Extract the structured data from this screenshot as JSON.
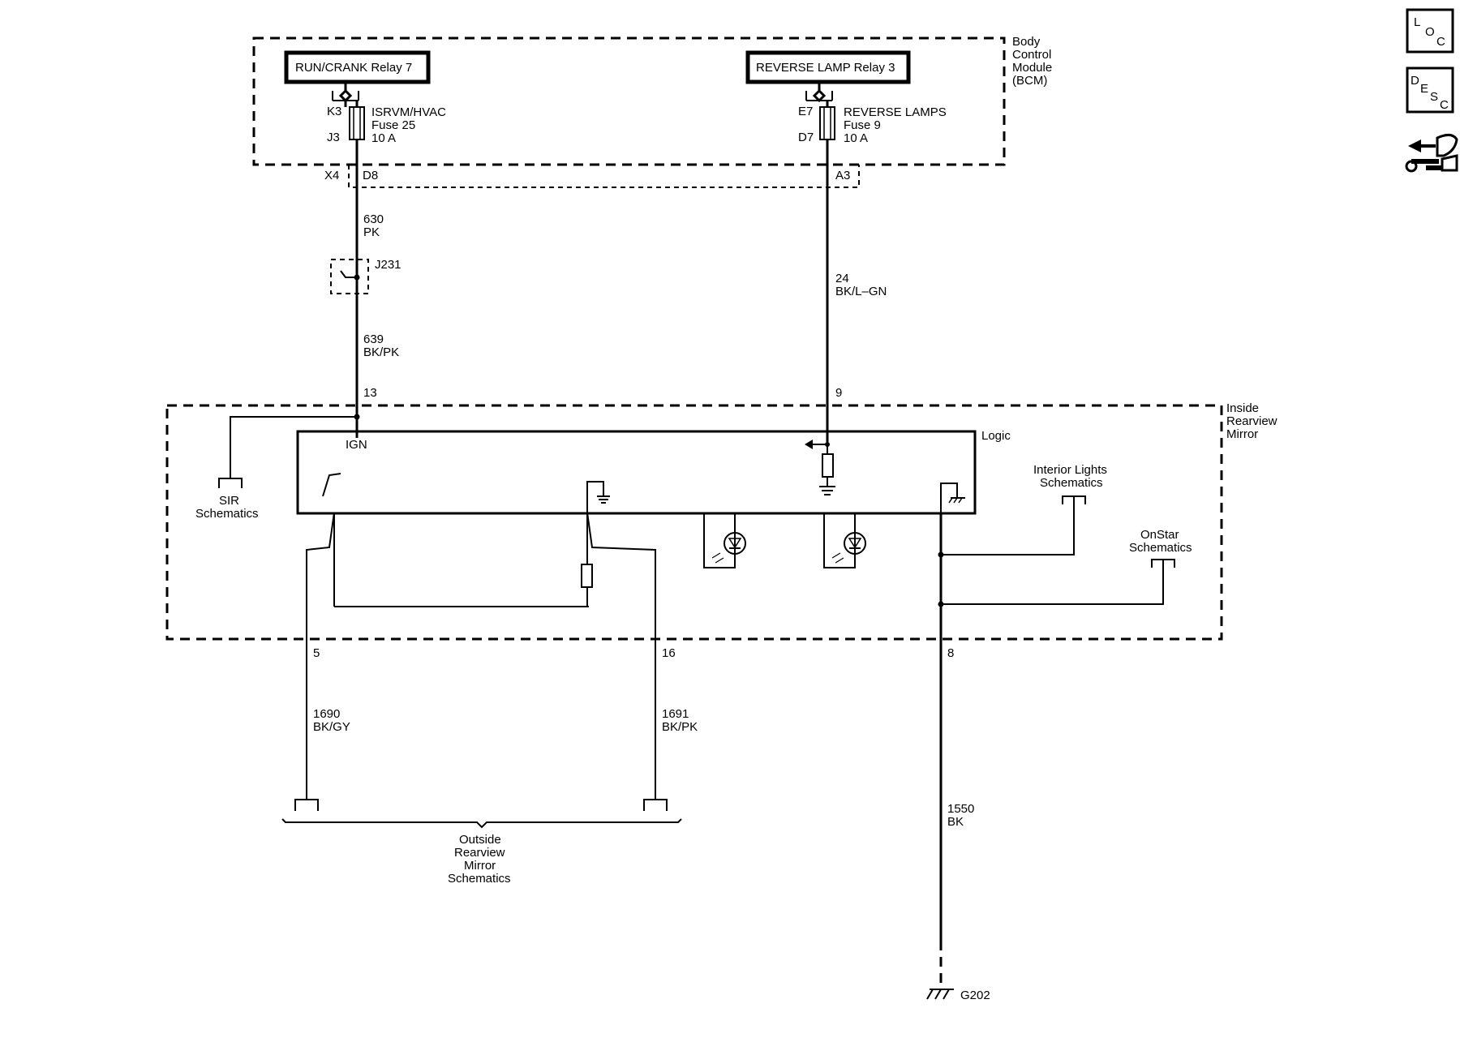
{
  "bcm": {
    "label_lines": [
      "Body",
      "Control",
      "Module",
      "(BCM)"
    ],
    "relay_left": "RUN/CRANK Relay 7",
    "relay_right": "REVERSE LAMP Relay 3",
    "fuse_left": {
      "pin_top": "K3",
      "pin_bottom": "J3",
      "name": "ISRVM/HVAC",
      "fuse": "Fuse 25",
      "rating": "10 A"
    },
    "fuse_right": {
      "pin_top": "E7",
      "pin_bottom": "D7",
      "name": "REVERSE LAMPS",
      "fuse": "Fuse 9",
      "rating": "10 A"
    },
    "connector": "X4",
    "pin_d8": "D8",
    "pin_a3": "A3"
  },
  "wires": {
    "w630": {
      "circuit": "630",
      "color": "PK"
    },
    "w639": {
      "circuit": "639",
      "color": "BK/PK"
    },
    "w24": {
      "circuit": "24",
      "color": "BK/L–GN"
    },
    "w1690": {
      "circuit": "1690",
      "color": "BK/GY"
    },
    "w1691": {
      "circuit": "1691",
      "color": "BK/PK"
    },
    "w1550": {
      "circuit": "1550",
      "color": "BK"
    }
  },
  "splice": "J231",
  "mirror": {
    "label_lines": [
      "Inside",
      "Rearview",
      "Mirror"
    ],
    "logic": "Logic",
    "ign": "IGN",
    "pin13": "13",
    "pin9": "9",
    "pin5": "5",
    "pin16": "16",
    "pin8": "8"
  },
  "refs": {
    "sir": [
      "SIR",
      "Schematics"
    ],
    "interior": [
      "Interior Lights",
      "Schematics"
    ],
    "onstar": [
      "OnStar",
      "Schematics"
    ],
    "outside": [
      "Outside",
      "Rearview",
      "Mirror",
      "Schematics"
    ]
  },
  "ground": "G202",
  "icons": {
    "loc": [
      "L",
      "O",
      "C"
    ],
    "desc": [
      "D",
      "E",
      "S",
      "C"
    ]
  }
}
